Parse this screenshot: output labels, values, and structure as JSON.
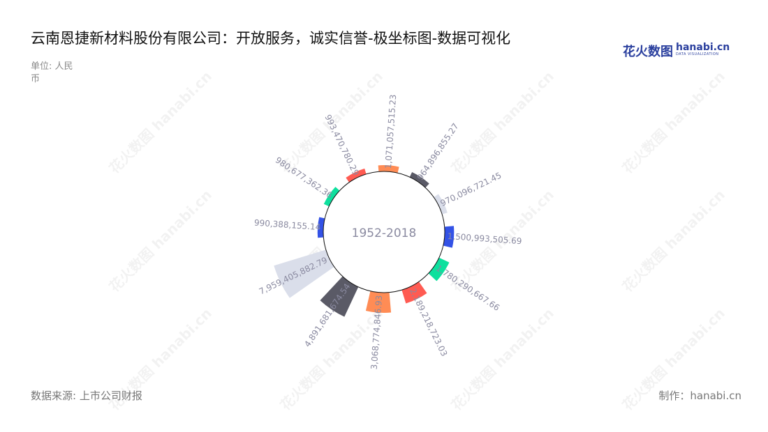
{
  "header": {
    "title": "云南恩捷新材料股份有限公司：开放服务，诚实信誉-极坐标图-数据可视化",
    "unit": "单位: 人民币"
  },
  "footer": {
    "source": "数据来源: 上市公司财报",
    "maker": "制作：hanabi.cn"
  },
  "logo": {
    "cn": "花火数图",
    "en": "hanabi.cn",
    "sub": "DATA VISUALIZATION"
  },
  "watermark": "花火数图 hanabi.cn",
  "chart_data": {
    "type": "polar-bar",
    "center_label": "1952-2018",
    "values": [
      1071057515.23,
      964896855.27,
      970096721.45,
      1500993505.69,
      1780290667.66,
      2189218723.03,
      3068774846.93,
      4891681674.54,
      7959405882.79,
      990388155.14,
      980677362.36,
      993470780.29
    ],
    "labels": [
      "1,071,057,515.23",
      "964,896,855.27",
      "970,096,721.45",
      "1,500,993,505.69",
      "1,780,290,667.66",
      "2,189,218,723.03",
      "3,068,774,846.93",
      "4,891,681,674.54",
      "7,959,405,882.79",
      "990,388,155.14",
      "980,677,362.36",
      "993,470,780.29"
    ],
    "colors": [
      "#ff8c55",
      "#5a5a66",
      "#dadeea",
      "#3352e6",
      "#0ee09e",
      "#ff5b52"
    ]
  }
}
